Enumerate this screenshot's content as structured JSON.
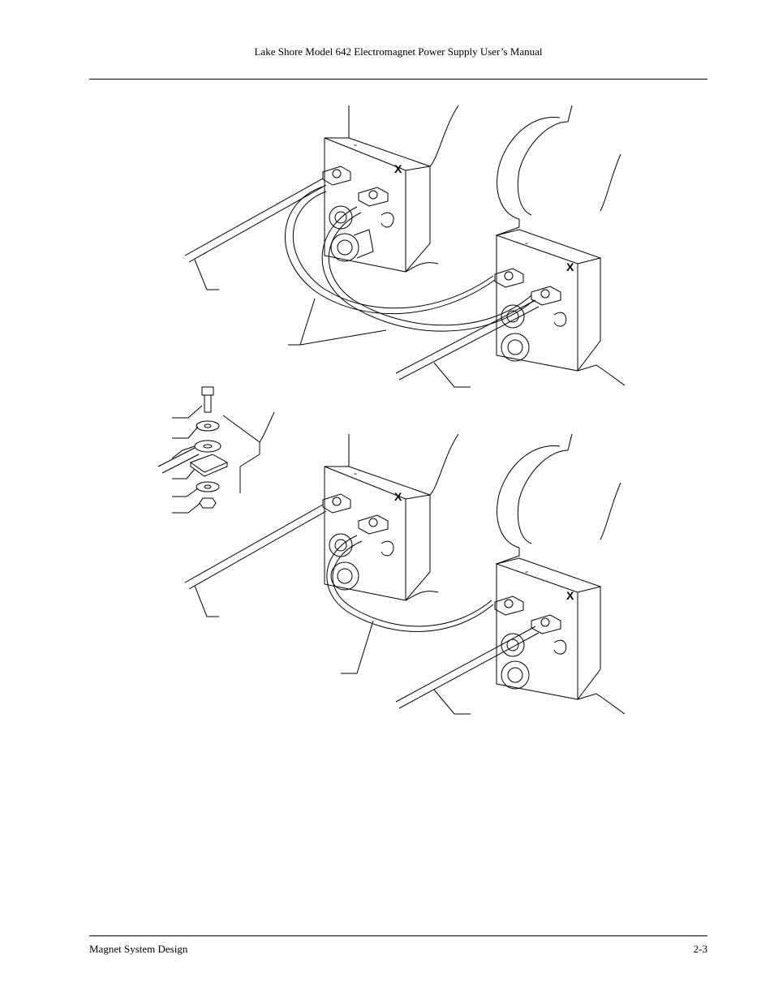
{
  "header": {
    "title": "Lake Shore Model 642 Electromagnet Power Supply User’s Manual"
  },
  "figure": {
    "terminal_minus": "-",
    "terminal_x": "X"
  },
  "footer": {
    "section": "Magnet System Design",
    "page": "2-3"
  }
}
